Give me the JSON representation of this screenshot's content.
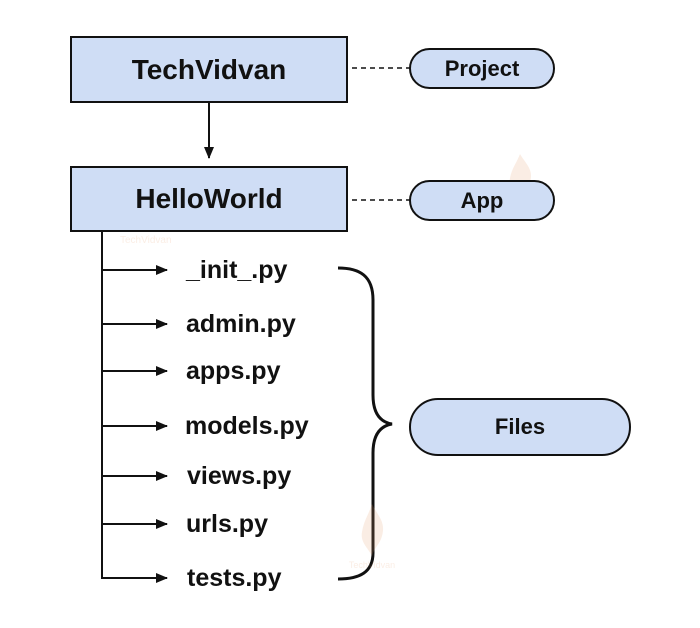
{
  "project_box": {
    "label": "TechVidvan"
  },
  "app_box": {
    "label": "HelloWorld"
  },
  "tags": {
    "project": "Project",
    "app": "App",
    "files": "Files"
  },
  "files": [
    "_init_.py",
    "admin.py",
    "apps.py",
    "models.py",
    "views.py",
    "urls.py",
    "tests.py"
  ],
  "watermark": {
    "text": "TechVidvan"
  },
  "colors": {
    "box_fill": "#cfddf5",
    "stroke": "#111111",
    "watermark": "#e8a070"
  }
}
